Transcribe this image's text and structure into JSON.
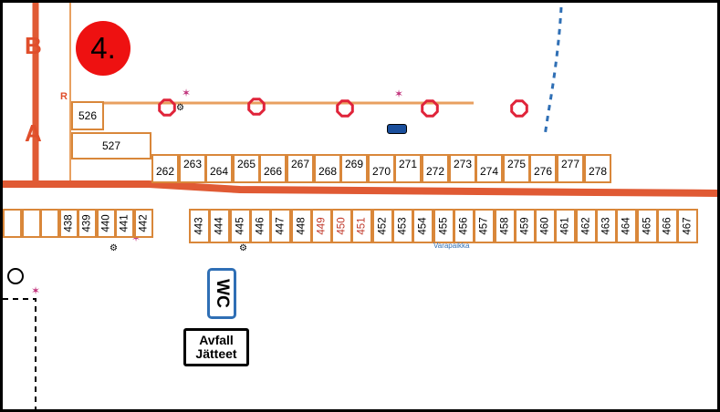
{
  "area": {
    "number": "4."
  },
  "roads": {
    "left_top": "B",
    "left_bottom": "A",
    "row_marker": "R"
  },
  "facilities": {
    "wc": "WC",
    "waste_line1": "Avfall",
    "waste_line2": "Jätteet",
    "reserve_label": "Varapaikka"
  },
  "colors": {
    "road": "#e05a34",
    "lot_border": "#d9873a",
    "badge": "#ee1111",
    "wc_border": "#2f6fb5",
    "tree": "#e0243a",
    "path_dashed": "#2f6fb5"
  },
  "icons": [
    "tree-icon",
    "flag-marker-icon",
    "water-tap-icon",
    "recycle-bin-icon"
  ],
  "rows": {
    "upper_left": [
      "526",
      "527"
    ],
    "upper": [
      "262",
      "263",
      "264",
      "265",
      "266",
      "267",
      "268",
      "269",
      "270",
      "271",
      "272",
      "273",
      "274",
      "275",
      "276",
      "277",
      "278"
    ],
    "lower_left": [
      "",
      "",
      "",
      "438",
      "439",
      "440",
      "441",
      "442"
    ],
    "lower": [
      "443",
      "444",
      "445",
      "446",
      "447",
      "448",
      "449",
      "450",
      "451",
      "452",
      "453",
      "454",
      "455",
      "456",
      "457",
      "458",
      "459",
      "460",
      "461",
      "462",
      "463",
      "464",
      "465",
      "466",
      "467"
    ]
  }
}
